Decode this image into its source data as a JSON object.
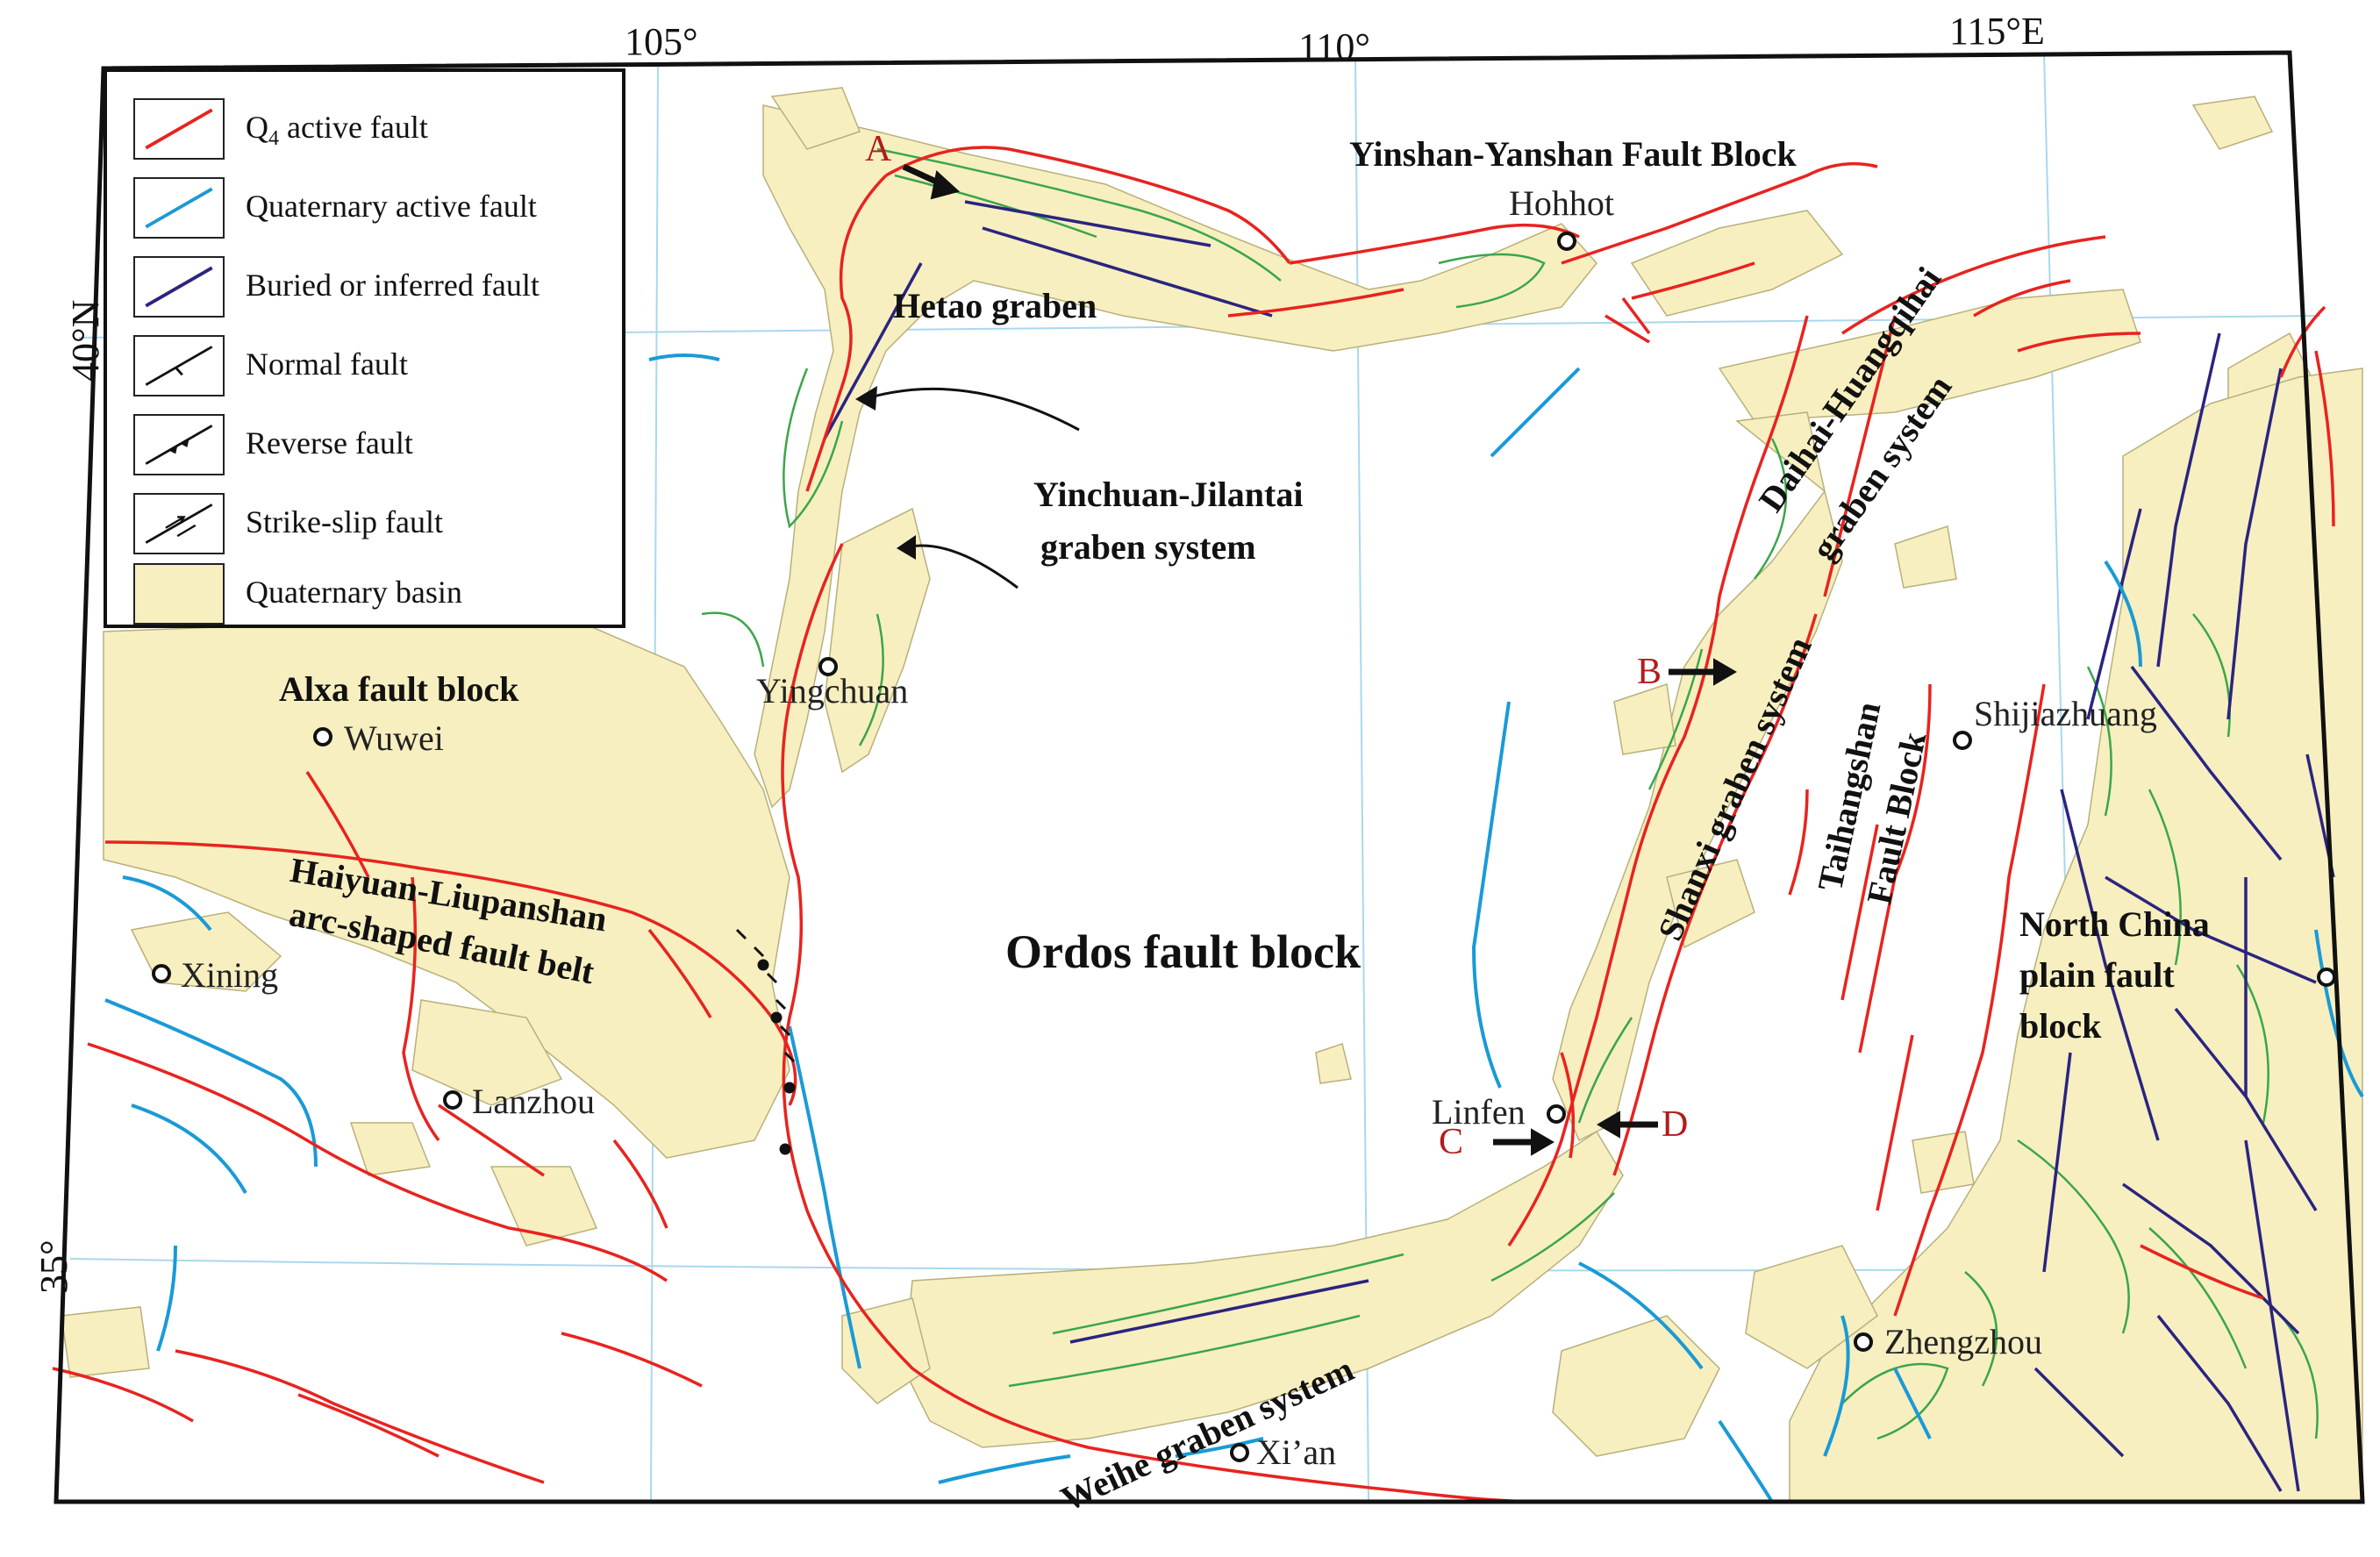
{
  "coordinates": {
    "lon_105": "105°",
    "lon_110": "110°",
    "lon_115": "115°E",
    "lat_40": "40°N",
    "lat_35": "35°"
  },
  "legend": {
    "items": [
      {
        "label": "Q4 active fault",
        "label_main": "Q",
        "label_sub": "4",
        "label_rest": " active fault",
        "symbol": "red-line",
        "color": "#e8231f"
      },
      {
        "label": "Quaternary active fault",
        "symbol": "blue-line",
        "color": "#1a9ad6"
      },
      {
        "label": "Buried or inferred fault",
        "symbol": "navy-line",
        "color": "#2b2480"
      },
      {
        "label": "Normal fault",
        "symbol": "normal-fault-ticks",
        "color": "#111111"
      },
      {
        "label": "Reverse fault",
        "symbol": "reverse-fault-teeth",
        "color": "#111111"
      },
      {
        "label": "Strike-slip fault",
        "symbol": "strike-slip-arrows",
        "color": "#111111"
      },
      {
        "label": "Quaternary basin",
        "symbol": "basin-fill",
        "color": "#f7efc0"
      }
    ]
  },
  "regions": {
    "yinshan": "Yinshan-Yanshan Fault Block",
    "hetao": "Hetao graben",
    "yinchuan_1": "Yinchuan-Jilantai",
    "yinchuan_2": "graben system",
    "alxa": "Alxa fault block",
    "haiyuan_1": "Haiyuan-Liupanshan",
    "haiyuan_2": "arc-shaped fault belt",
    "ordos": "Ordos fault block",
    "daihai_1": "Daihai-Huangqihai",
    "daihai_2": "graben system",
    "shanxi": "Shanxi graben system",
    "taihang_1": "Taihangshan",
    "taihang_2": "Fault Block",
    "ncp_1": "North China",
    "ncp_2": "plain fault",
    "ncp_3": "block",
    "weihe": "Weihe graben system"
  },
  "cities": {
    "hohhot": "Hohhot",
    "yingchuan": "Yingchuan",
    "wuwei": "Wuwei",
    "xining": "Xining",
    "lanzhou": "Lanzhou",
    "shijiazhuang": "Shijiazhuang",
    "linfen": "Linfen",
    "zhengzhou": "Zhengzhou",
    "xian": "Xi’an"
  },
  "markers": {
    "a": "A",
    "b": "B",
    "c": "C",
    "d": "D"
  },
  "colors": {
    "q4_fault": "#e8231f",
    "quaternary_fault": "#1a9ad6",
    "buried_fault": "#2b2480",
    "contour": "#3aa64a",
    "basin": "#f7efc0",
    "grid": "#a9d8ee",
    "marker_letter": "#b31b1b"
  }
}
